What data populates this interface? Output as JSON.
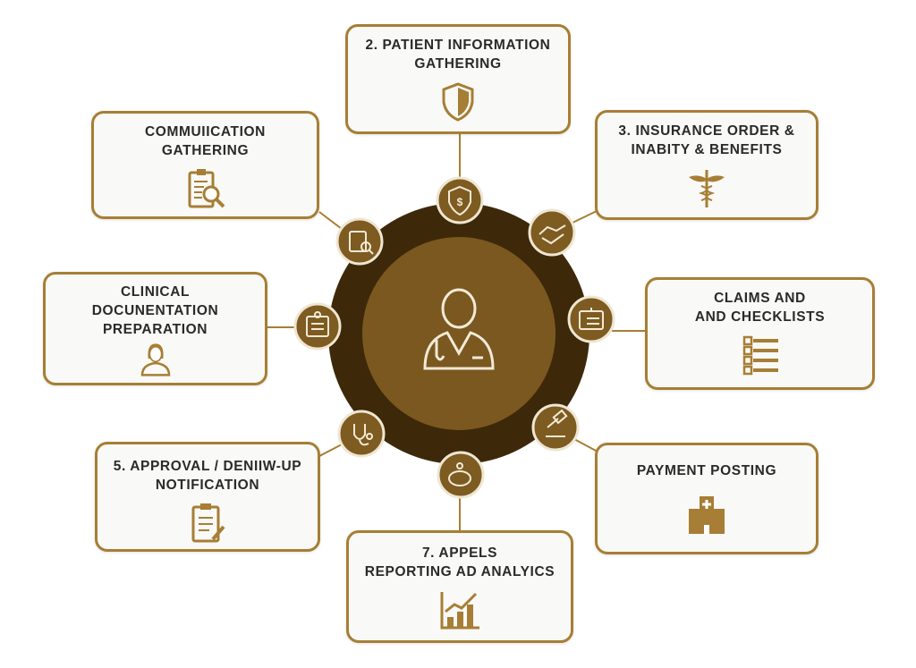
{
  "center": {
    "icon": "doctor-icon"
  },
  "colors": {
    "ring_dark": "#3d2909",
    "ring_inner": "#7a5820",
    "node": "#7d5b21",
    "accent": "#a77e35",
    "text": "#2a2a2a"
  },
  "steps": [
    {
      "label_lines": [
        "2. PATIENT INFORMATION",
        "GATHERING"
      ],
      "icon": "shield-icon",
      "node_icon": "shield-dollar-icon"
    },
    {
      "label_lines": [
        "3. INSURANCE ORDER &",
        "INABITY & BENEFITS"
      ],
      "icon": "caduceus-icon",
      "node_icon": "handshake-icon"
    },
    {
      "label_lines": [
        "CLAIMS AND",
        "AND CHECKLISTS"
      ],
      "icon": "checklist-icon",
      "node_icon": "id-card-icon"
    },
    {
      "label_lines": [
        "PAYMENT POSTING"
      ],
      "icon": "hospital-icon",
      "node_icon": "gavel-icon"
    },
    {
      "label_lines": [
        "7. APPELS",
        "REPORTING AD ANALYICS"
      ],
      "icon": "bar-chart-icon",
      "node_icon": "piggy-bank-icon"
    },
    {
      "label_lines": [
        "5. APPROVAL / DENIIW-UP",
        "NOTIFICATION"
      ],
      "icon": "clipboard-pen-icon",
      "node_icon": "stethoscope-icon"
    },
    {
      "label_lines": [
        "CLINICAL",
        "DOCUNENTATION",
        "PREPARATION"
      ],
      "icon": "female-doctor-icon",
      "node_icon": "medical-chart-icon"
    },
    {
      "label_lines": [
        "COMMUIICATION",
        "GATHERING"
      ],
      "icon": "clipboard-search-icon",
      "node_icon": "clipboard-search-icon"
    }
  ]
}
